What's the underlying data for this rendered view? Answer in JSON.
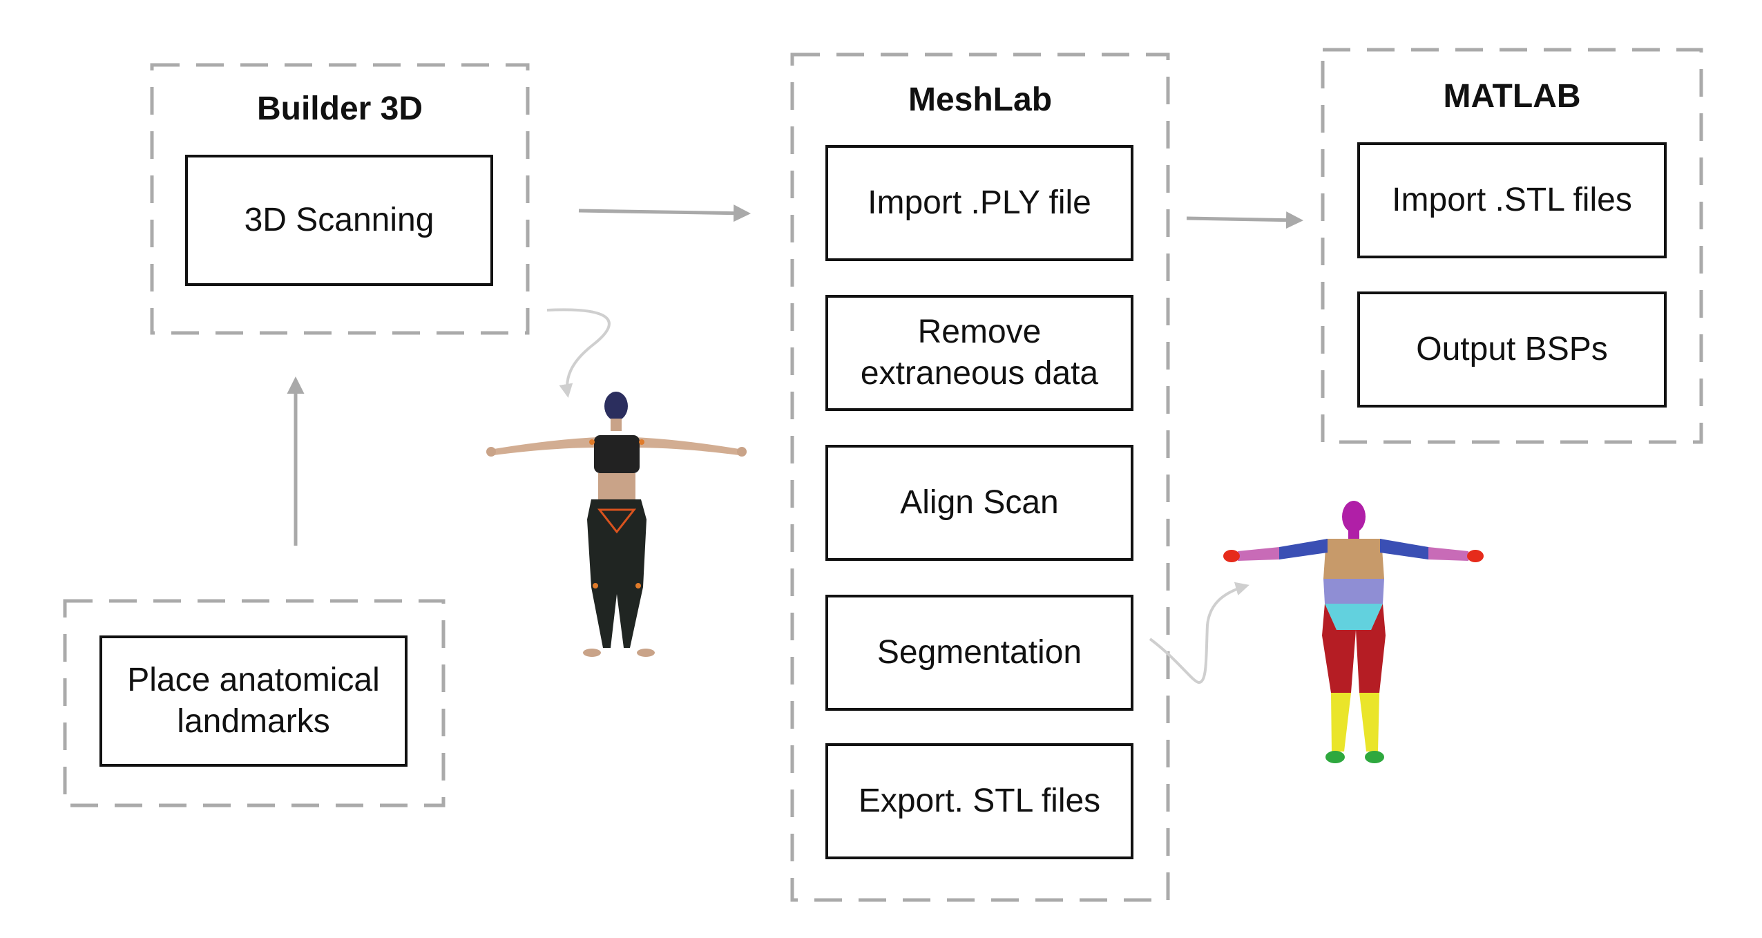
{
  "colors": {
    "dashed_frame": "#aaaaaa",
    "arrow": "#a9a9a9",
    "curve_arrow": "#cfcfcf",
    "box_border": "#111111"
  },
  "groups": {
    "builder3d": {
      "title": "Builder 3D",
      "steps": [
        "3D Scanning"
      ]
    },
    "meshlab": {
      "title": "MeshLab",
      "steps": [
        "Import .PLY file",
        "Remove\nextraneous data",
        "Align Scan",
        "Segmentation",
        "Export. STL files"
      ]
    },
    "matlab": {
      "title": "MATLAB",
      "steps": [
        "Import .STL files",
        "Output BSPs"
      ]
    },
    "landmarks": {
      "title": "",
      "steps": [
        "Place anatomical\nlandmarks"
      ]
    }
  },
  "images": {
    "scan_body": "scanned-body-figure",
    "segmented_body": "segmented-body-figure"
  },
  "segment_colors": {
    "head": "#b01fa7",
    "upper_arm": "#3a4fb4",
    "forearm": "#c86bb7",
    "hand": "#e62b1b",
    "thorax": "#c79a6a",
    "abdomen": "#8f8ed4",
    "pelvis": "#62d1de",
    "thigh": "#b51d24",
    "shank": "#eae52a",
    "foot": "#2ea83e"
  }
}
